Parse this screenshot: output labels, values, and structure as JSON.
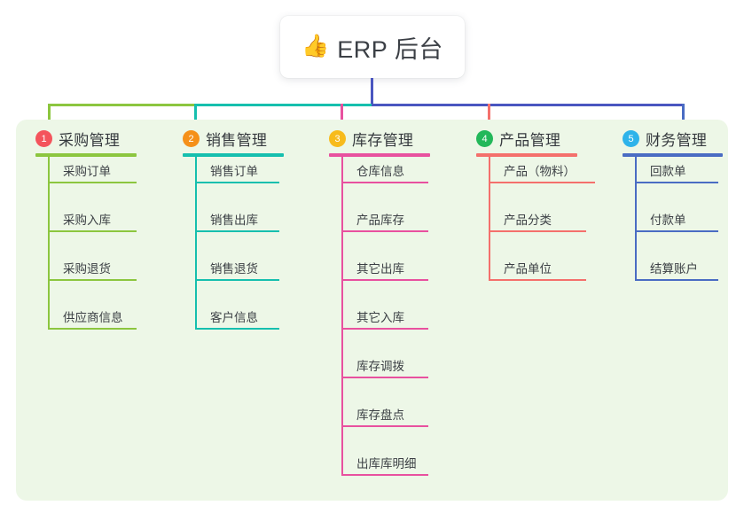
{
  "root": {
    "icon": "thumbs-up-icon",
    "icon_glyph": "👍",
    "title": "ERP 后台"
  },
  "panel": {
    "background_color": "#edf7e7"
  },
  "connector": {
    "trunk_color": "#4a56c0",
    "bar_segments": [
      {
        "color": "#8cc63f"
      },
      {
        "color": "#16bfae"
      },
      {
        "color": "#4a56c0"
      }
    ]
  },
  "columns": [
    {
      "number": "1",
      "title": "采购管理",
      "badge_color": "#f4545c",
      "line_color": "#8cc63f",
      "drop_color": "#8cc63f",
      "items": [
        {
          "label": "采购订单"
        },
        {
          "label": "采购入库"
        },
        {
          "label": "采购退货"
        },
        {
          "label": "供应商信息"
        }
      ]
    },
    {
      "number": "2",
      "title": "销售管理",
      "badge_color": "#f59019",
      "line_color": "#16bfae",
      "drop_color": "#16bfae",
      "items": [
        {
          "label": "销售订单"
        },
        {
          "label": "销售出库"
        },
        {
          "label": "销售退货"
        },
        {
          "label": "客户信息"
        }
      ]
    },
    {
      "number": "3",
      "title": "库存管理",
      "badge_color": "#f7bb1c",
      "line_color": "#e8519f",
      "drop_color": "#e8519f",
      "items": [
        {
          "label": "仓库信息"
        },
        {
          "label": "产品库存"
        },
        {
          "label": "其它出库"
        },
        {
          "label": "其它入库"
        },
        {
          "label": "库存调拨"
        },
        {
          "label": "库存盘点"
        },
        {
          "label": "出库库明细"
        }
      ]
    },
    {
      "number": "4",
      "title": "产品管理",
      "badge_color": "#23b85a",
      "line_color": "#f4706c",
      "drop_color": "#f4706c",
      "items": [
        {
          "label": "产品（物料）"
        },
        {
          "label": "产品分类"
        },
        {
          "label": "产品单位"
        }
      ]
    },
    {
      "number": "5",
      "title": "财务管理",
      "badge_color": "#2eb3ea",
      "line_color": "#4a6cc3",
      "drop_color": "#4a6cc3",
      "items": [
        {
          "label": "回款单"
        },
        {
          "label": "付款单"
        },
        {
          "label": "结算账户"
        }
      ]
    }
  ]
}
